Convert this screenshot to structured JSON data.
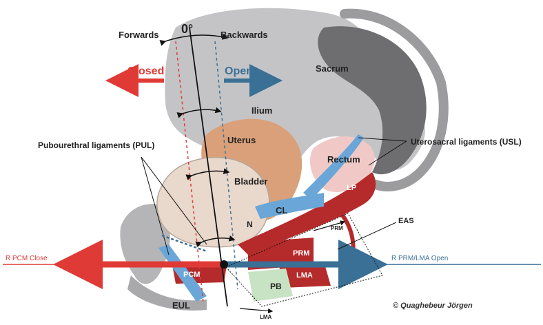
{
  "labels": {
    "angle": "0°",
    "forwards": "Forwards",
    "backwards": "Backwards",
    "closed": "Closed",
    "open": "Open",
    "sacrum": "Sacrum",
    "ilium": "Ilium",
    "uterus": "Uterus",
    "bladder": "Bladder",
    "rectum": "Rectum",
    "pul": "Pubourethral ligaments (PUL)",
    "usl": "Uterosacral ligaments (USL)",
    "lp": "LP",
    "cl": "CL",
    "n": "N",
    "prm": "PRM",
    "prm_small": "PRM",
    "lma": "LMA",
    "lma_small": "LMA",
    "pcm": "PCM",
    "pb": "PB",
    "eul": "EUL",
    "eas": "EAS",
    "r_pcm_close": "R PCM Close",
    "r_prm_lma_open": "R PRM/LMA Open",
    "copyright": "© Quaghebeur Jörgen"
  },
  "colors": {
    "closed_red": "#e03a36",
    "open_blue": "#3a6f96",
    "bone_gray": "#c4c4c6",
    "sacrum_dark": "#6e6e70",
    "uterus": "#d9a07a",
    "bladder": "#e9d8cc",
    "muscle_red": "#b52a2a",
    "ligament_blue": "#6aa6d8",
    "pb_green": "#c8e3c4",
    "rectum_pink": "#f0c9c6"
  }
}
